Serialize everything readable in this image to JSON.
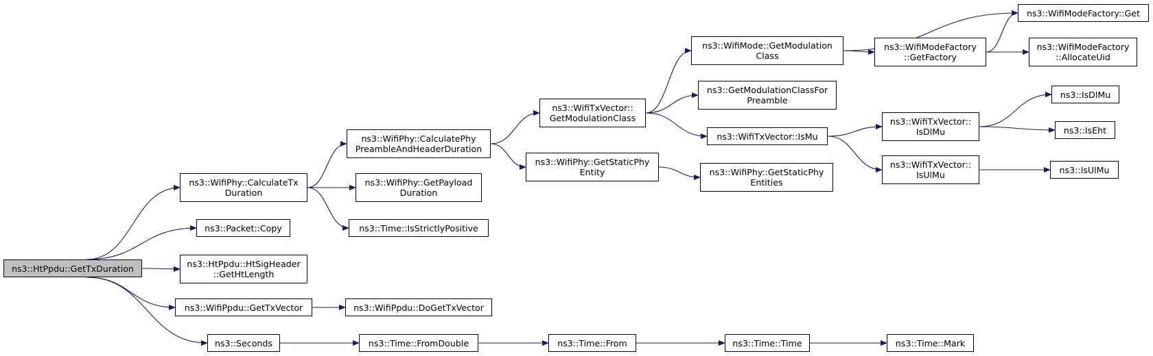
{
  "colors": {
    "edge": "#191970",
    "node_border": "#000000",
    "root_fill": "#bfbfbf",
    "node_fill": "#ffffff"
  },
  "nodes": {
    "gettxduration": {
      "lines": [
        "ns3::HtPpdu::GetTxDuration"
      ]
    },
    "calculatetxduration": {
      "lines": [
        "ns3::WifiPhy::CalculateTx",
        "Duration"
      ]
    },
    "packetcopy": {
      "lines": [
        "ns3::Packet::Copy"
      ]
    },
    "gethtlength": {
      "lines": [
        "ns3::HtPpdu::HtSigHeader",
        "::GetHtLength"
      ]
    },
    "gettxvector": {
      "lines": [
        "ns3::WifiPpdu::GetTxVector"
      ]
    },
    "seconds": {
      "lines": [
        "ns3::Seconds"
      ]
    },
    "calcpreamble": {
      "lines": [
        "ns3::WifiPhy::CalculatePhy",
        "PreambleAndHeaderDuration"
      ]
    },
    "getpayloadduration": {
      "lines": [
        "ns3::WifiPhy::GetPayload",
        "Duration"
      ]
    },
    "isstrictlypositive": {
      "lines": [
        "ns3::Time::IsStrictlyPositive"
      ]
    },
    "dogettxvector": {
      "lines": [
        "ns3::WifiPpdu::DoGetTxVector"
      ]
    },
    "fromdouble": {
      "lines": [
        "ns3::Time::FromDouble"
      ]
    },
    "txv_getmodclass": {
      "lines": [
        "ns3::WifiTxVector::",
        "GetModulationClass"
      ]
    },
    "getstaticphyentity": {
      "lines": [
        "ns3::WifiPhy::GetStaticPhy",
        "Entity"
      ]
    },
    "timefrom": {
      "lines": [
        "ns3::Time::From"
      ]
    },
    "wifimode_getmodclass": {
      "lines": [
        "ns3::WifiMode::GetModulation",
        "Class"
      ]
    },
    "getmodclassforpreamble": {
      "lines": [
        "ns3::GetModulationClassFor",
        "Preamble"
      ]
    },
    "ismu": {
      "lines": [
        "ns3::WifiTxVector::IsMu"
      ]
    },
    "getstaticphyentities": {
      "lines": [
        "ns3::WifiPhy::GetStaticPhy",
        "Entities"
      ]
    },
    "timetime": {
      "lines": [
        "ns3::Time::Time"
      ]
    },
    "factory_getfactory": {
      "lines": [
        "ns3::WifiModeFactory",
        "::GetFactory"
      ]
    },
    "txv_isdlmu": {
      "lines": [
        "ns3::WifiTxVector::",
        "IsDlMu"
      ]
    },
    "txv_isulmu": {
      "lines": [
        "ns3::WifiTxVector::",
        "IsUlMu"
      ]
    },
    "timemark": {
      "lines": [
        "ns3::Time::Mark"
      ]
    },
    "factory_get": {
      "lines": [
        "ns3::WifiModeFactory::Get"
      ]
    },
    "allocateuid": {
      "lines": [
        "ns3::WifiModeFactory",
        "::AllocateUid"
      ]
    },
    "isdlmu": {
      "lines": [
        "ns3::IsDlMu"
      ]
    },
    "iseht": {
      "lines": [
        "ns3::IsEht"
      ]
    },
    "isulmu": {
      "lines": [
        "ns3::IsUlMu"
      ]
    }
  },
  "edges": [
    [
      "gettxduration",
      "calculatetxduration"
    ],
    [
      "gettxduration",
      "packetcopy"
    ],
    [
      "gettxduration",
      "gethtlength"
    ],
    [
      "gettxduration",
      "gettxvector"
    ],
    [
      "gettxduration",
      "seconds"
    ],
    [
      "calculatetxduration",
      "calcpreamble"
    ],
    [
      "calculatetxduration",
      "getpayloadduration"
    ],
    [
      "calculatetxduration",
      "isstrictlypositive"
    ],
    [
      "calcpreamble",
      "txv_getmodclass"
    ],
    [
      "calcpreamble",
      "getstaticphyentity"
    ],
    [
      "txv_getmodclass",
      "wifimode_getmodclass"
    ],
    [
      "txv_getmodclass",
      "getmodclassforpreamble"
    ],
    [
      "txv_getmodclass",
      "ismu"
    ],
    [
      "wifimode_getmodclass",
      "factory_get"
    ],
    [
      "wifimode_getmodclass",
      "factory_getfactory"
    ],
    [
      "factory_getfactory",
      "factory_get"
    ],
    [
      "factory_getfactory",
      "allocateuid"
    ],
    [
      "ismu",
      "txv_isdlmu"
    ],
    [
      "ismu",
      "txv_isulmu"
    ],
    [
      "txv_isdlmu",
      "isdlmu"
    ],
    [
      "txv_isdlmu",
      "iseht"
    ],
    [
      "txv_isulmu",
      "isulmu"
    ],
    [
      "getstaticphyentity",
      "getstaticphyentities"
    ],
    [
      "gettxvector",
      "dogettxvector"
    ],
    [
      "seconds",
      "fromdouble"
    ],
    [
      "fromdouble",
      "timefrom"
    ],
    [
      "timefrom",
      "timetime"
    ],
    [
      "timetime",
      "timemark"
    ]
  ]
}
